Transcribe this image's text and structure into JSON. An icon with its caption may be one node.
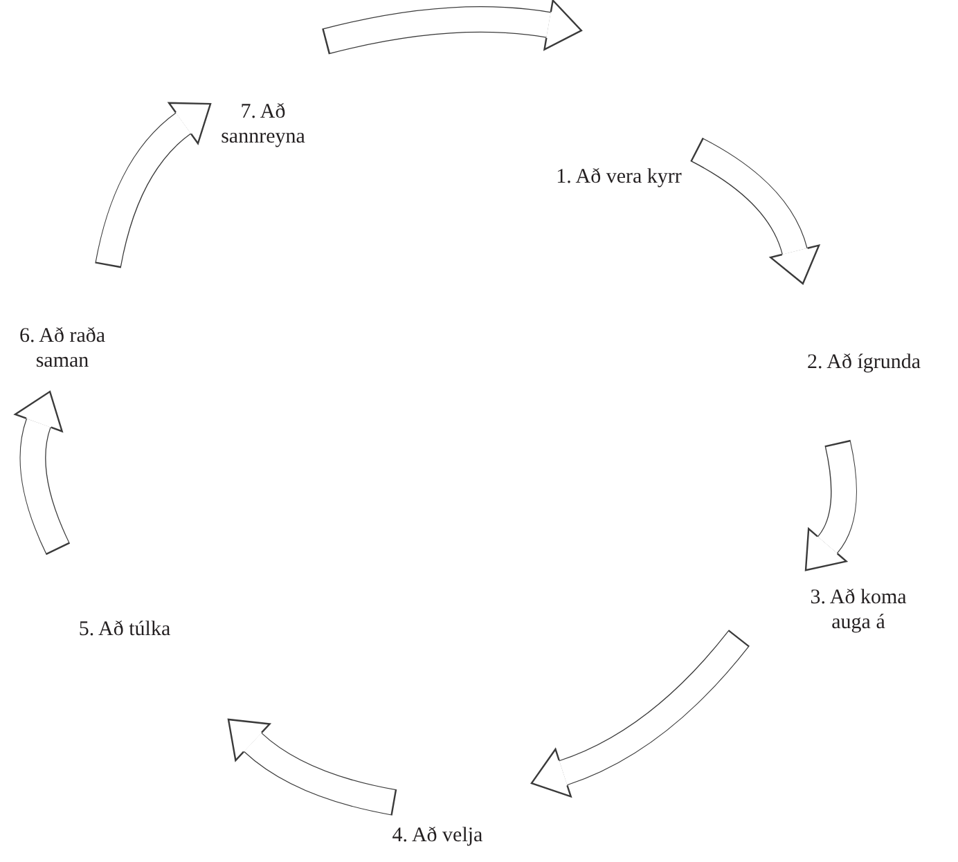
{
  "diagram": {
    "nodes": [
      {
        "text": [
          "1. Að vera kyrr"
        ]
      },
      {
        "text": [
          "2. Að ígrunda"
        ]
      },
      {
        "text": [
          "3. Að koma auga á"
        ]
      },
      {
        "text": [
          "4. Að velja"
        ]
      },
      {
        "text": [
          "5. Að túlka"
        ]
      },
      {
        "text": [
          "6. Að raða saman"
        ]
      },
      {
        "text": [
          "7. Að sannreyna"
        ]
      }
    ],
    "edges": [
      {
        "from": 6,
        "to": 0,
        "arrow": "to"
      },
      {
        "from": 0,
        "to": 1,
        "arrow": "to"
      },
      {
        "from": 1,
        "to": 2,
        "arrow": "to"
      },
      {
        "from": 2,
        "to": 3,
        "arrow": "to"
      },
      {
        "from": 3,
        "to": 4,
        "arrow": "to"
      },
      {
        "from": 4,
        "to": 5,
        "arrow": "to"
      },
      {
        "from": 5,
        "to": 6,
        "arrow": "to"
      }
    ]
  }
}
